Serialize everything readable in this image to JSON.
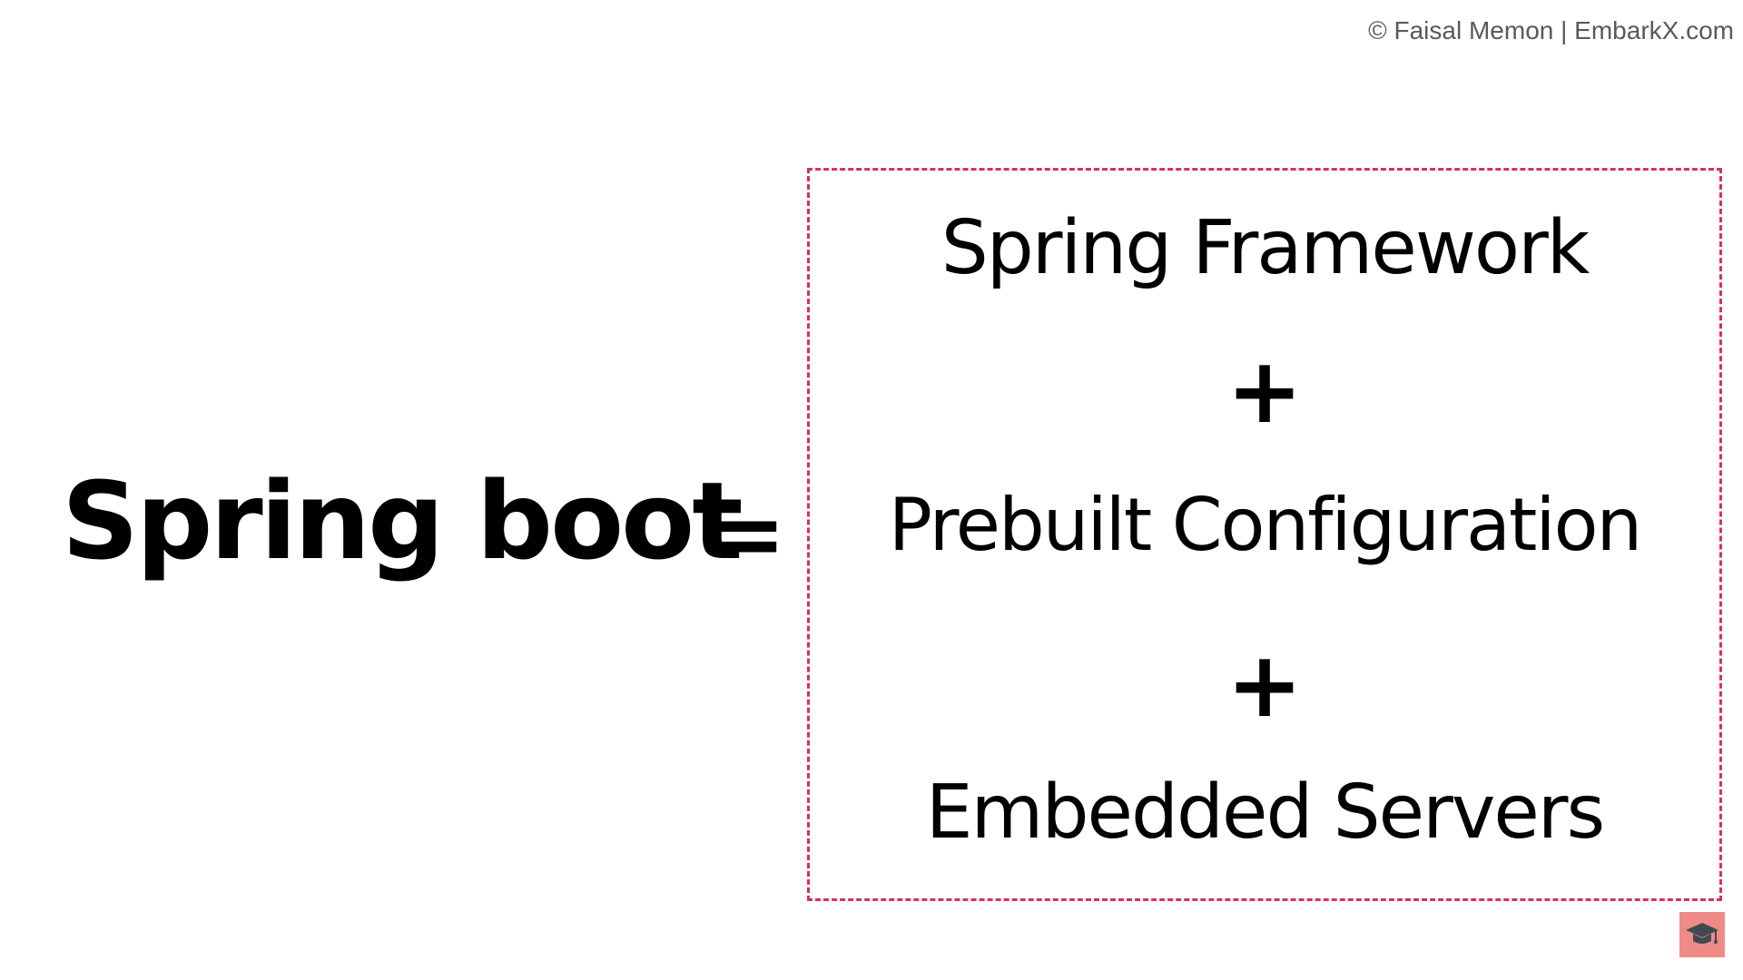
{
  "header": {
    "copyright": "© Faisal Memon | EmbarkX.com"
  },
  "equation": {
    "lhs": "Spring boot",
    "equals": "=",
    "terms": [
      "Spring Framework",
      "Prebuilt Configuration",
      "Embedded Servers"
    ],
    "operator": "+"
  },
  "icons": {
    "badge": "graduation-cap-icon"
  },
  "colors": {
    "box_border": "#d62e6b",
    "badge_bg": "#ef8b86",
    "copyright_text": "#595959"
  }
}
